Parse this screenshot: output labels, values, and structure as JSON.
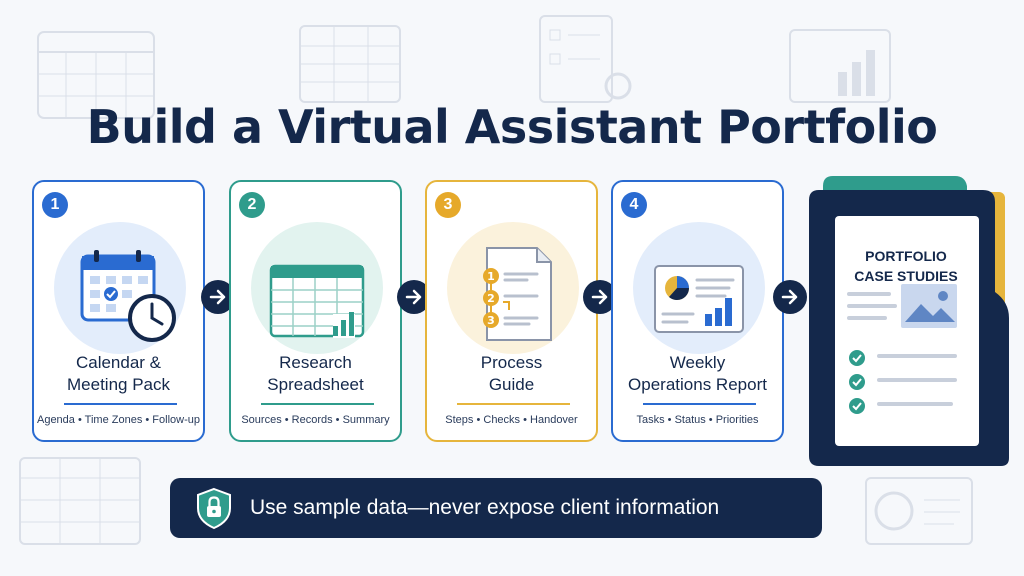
{
  "title": "Build a Virtual Assistant Portfolio",
  "steps": [
    {
      "num": "1",
      "label_line1": "Calendar &",
      "label_line2": "Meeting Pack",
      "tags": "Agenda • Time Zones • Follow-up",
      "icon": "calendar-clock-icon"
    },
    {
      "num": "2",
      "label_line1": "Research",
      "label_line2": "Spreadsheet",
      "tags": "Sources • Records • Summary",
      "icon": "spreadsheet-icon"
    },
    {
      "num": "3",
      "label_line1": "Process",
      "label_line2": "Guide",
      "tags": "Steps • Checks • Handover",
      "icon": "process-document-icon"
    },
    {
      "num": "4",
      "label_line1": "Weekly",
      "label_line2": "Operations Report",
      "tags": "Tasks • Status • Priorities",
      "icon": "report-chart-icon"
    }
  ],
  "portfolio": {
    "line1": "PORTFOLIO",
    "line2": "CASE STUDIES"
  },
  "process_doc_numbers": [
    "1",
    "2",
    "3"
  ],
  "banner": {
    "text": "Use sample data—never expose client information"
  },
  "colors": {
    "navy": "#14284b",
    "blue": "#2a6bd1",
    "green": "#2f9c8c",
    "gold": "#e6b53c"
  }
}
